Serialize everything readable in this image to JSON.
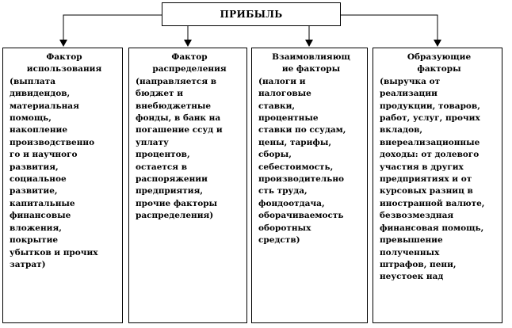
{
  "diagram": {
    "root": {
      "label": "ПРИБЫЛЬ"
    },
    "boxes": [
      {
        "title_lines": [
          "Фактор",
          "использования"
        ],
        "body_lines": [
          "(выплата",
          "дивидендов,",
          "материальная",
          "помощь,",
          "накопление",
          "производственно",
          "го и научного",
          "развития,",
          "социальное",
          "развитие,",
          "капитальные",
          "финансовые",
          "вложения,",
          "покрытие",
          "убытков и прочих",
          "затрат)"
        ]
      },
      {
        "title_lines": [
          "Фактор",
          "распределения"
        ],
        "body_lines": [
          "(направляется в",
          "бюджет и",
          "внебюджетные",
          "фонды, в банк на",
          "погашение ссуд и",
          "уплату",
          "процентов,",
          "остается в",
          "распоряжении",
          "предприятия,",
          "прочие факторы",
          "распределения)"
        ]
      },
      {
        "title_lines": [
          "Взаимовлияющ",
          "ие факторы"
        ],
        "body_lines": [
          "(налоги и",
          "налоговые",
          "ставки,",
          "процентные",
          "ставки по ссудам,",
          "цены, тарифы,",
          "сборы,",
          "себестоимость,",
          "производительно",
          "сть труда,",
          "фондоотдача,",
          "оборачиваемость",
          "оборотных",
          "средств)"
        ]
      },
      {
        "title_lines": [
          "Образующие",
          "факторы"
        ],
        "body_lines": [
          "(выручка от",
          "реализации",
          "продукции, товаров,",
          "работ, услуг, прочих",
          "вкладов,",
          "внереализационные",
          "доходы: от долевого",
          "участия в других",
          "предприятиях и от",
          "курсовых разниц в",
          "иностранной валюте,",
          "безвозмездная",
          "финансовая помощь,",
          "превышение",
          "полученных",
          "штрафов, пени,",
          "неустоек над"
        ]
      }
    ]
  }
}
